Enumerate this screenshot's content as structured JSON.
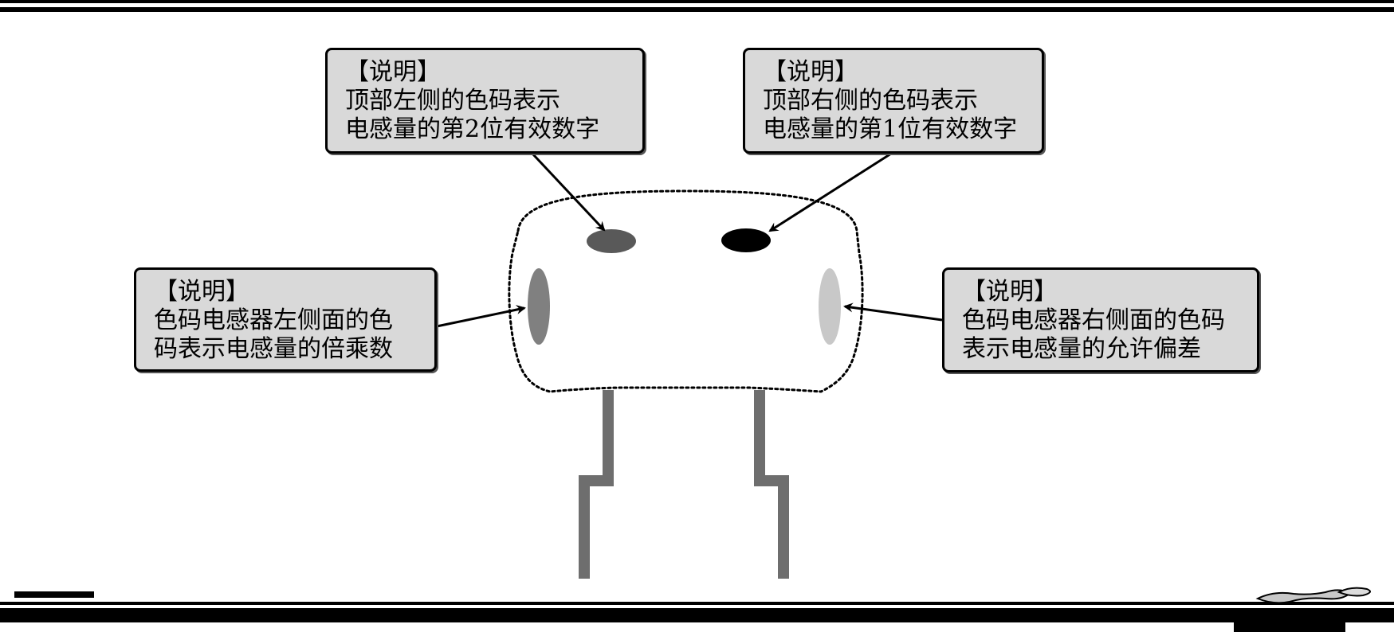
{
  "notes": {
    "top_left": {
      "heading": "【说明】",
      "line1": "顶部左侧的色码表示",
      "line2": "电感量的第2位有效数字"
    },
    "top_right": {
      "heading": "【说明】",
      "line1": "顶部右侧的色码表示",
      "line2": "电感量的第1位有效数字"
    },
    "left": {
      "heading": "【说明】",
      "line1": "色码电感器左侧面的色",
      "line2": "码表示电感量的倍乘数"
    },
    "right": {
      "heading": "【说明】",
      "line1": "色码电感器右侧面的色码",
      "line2": "表示电感量的允许偏差"
    }
  },
  "colors": {
    "ink": "#000000",
    "note_fill": "#d9d9d9",
    "lead": "#6e6e6e",
    "band_top_left": "#595959",
    "band_top_right": "#000000",
    "band_left": "#808080",
    "band_right": "#c8c8c8"
  }
}
